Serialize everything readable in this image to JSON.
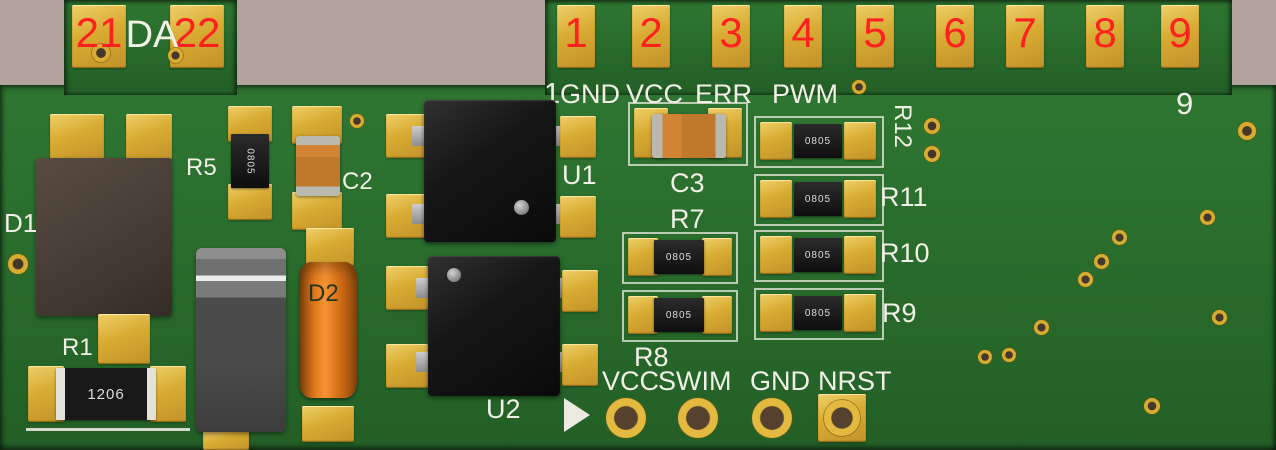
{
  "colors": {
    "background": "#b3a39f",
    "board": "#2a6e2c",
    "pad": "#d8ab31",
    "silk_white": "#f2f0e6",
    "silk_red": "#ff2020"
  },
  "edge_pads_left": {
    "numbers": [
      "21",
      "22"
    ],
    "label": "DA"
  },
  "edge_pads_right": {
    "numbers": [
      "1",
      "2",
      "3",
      "4",
      "5",
      "6",
      "7",
      "8",
      "9"
    ]
  },
  "silkscreen": {
    "pin1": "1",
    "board_num": "9",
    "top_signals": [
      "GND",
      "VCC",
      "ERR",
      "PWM"
    ],
    "bottom_signals": [
      "VCC",
      "SWIM",
      "GND",
      "NRST"
    ],
    "refs": {
      "d1": "D1",
      "r1": "R1",
      "r5": "R5",
      "c2": "C2",
      "d2": "D2",
      "u1": "U1",
      "u2": "U2",
      "c3": "C3",
      "r7": "R7",
      "r8": "R8",
      "r9": "R9",
      "r10": "R10",
      "r11": "R11",
      "r12": "R12"
    }
  },
  "markings": {
    "size_1206": "1206",
    "size_0805": "0805"
  }
}
